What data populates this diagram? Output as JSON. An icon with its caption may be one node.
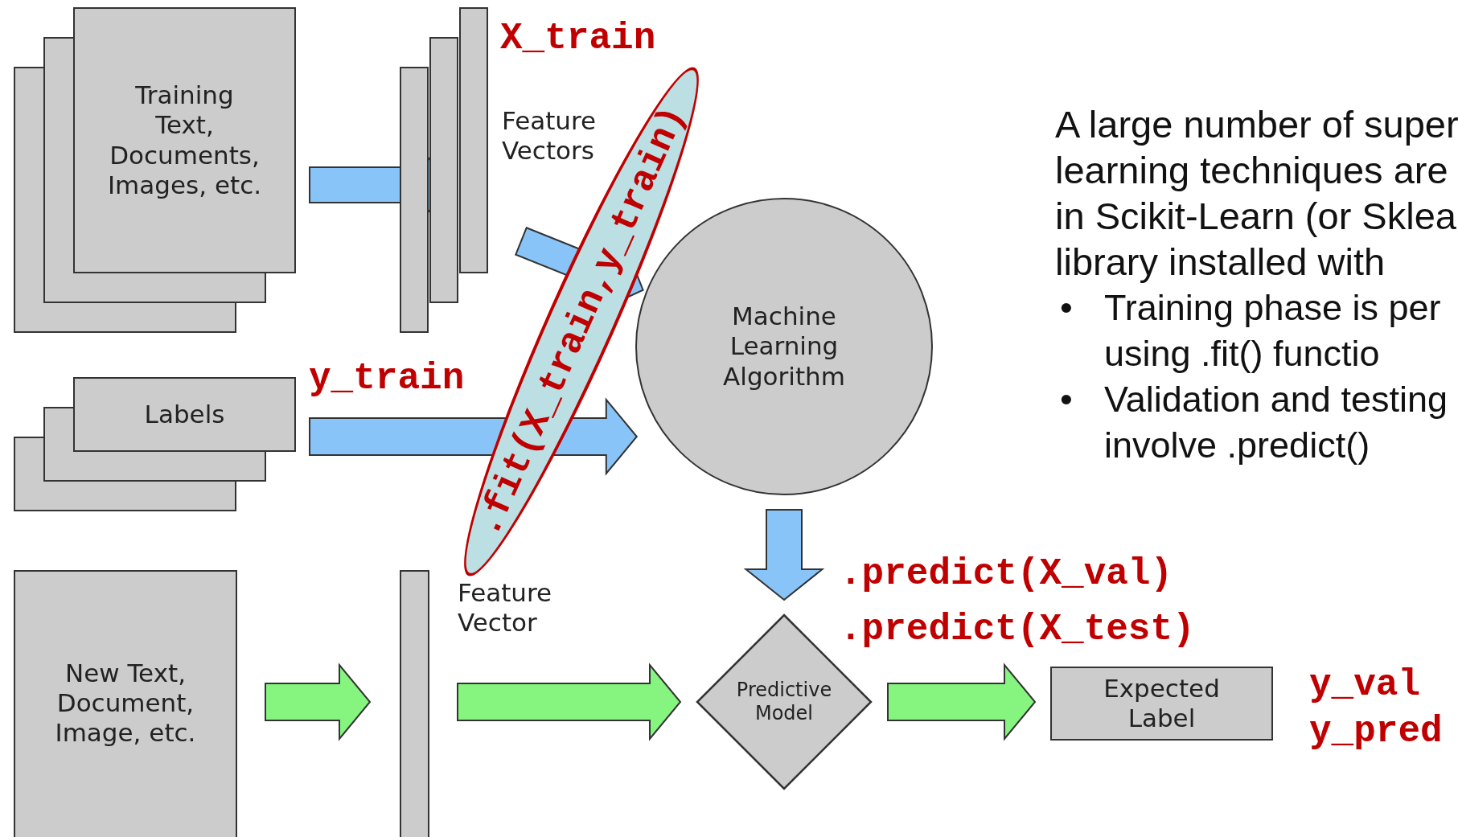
{
  "diagram": {
    "nodes": [
      {
        "text": [
          "Training Text, Documents, Images, etc."
        ]
      },
      {
        "text": [],
        "shape": "box",
        "beside": [
          "X_train",
          "Feature Vectors"
        ]
      },
      {
        "text": [
          ".fit(X_train,y_train)"
        ]
      },
      {
        "text": [
          "Labels"
        ]
      },
      {
        "text": [
          "Machine Learning Algorithm"
        ]
      },
      {
        "text": [
          "New Text, Document, Image, etc."
        ]
      },
      {
        "text": [],
        "shape": "bar"
      },
      {
        "text": [
          "Predictive Model"
        ]
      },
      {
        "text": [
          "Expected Label"
        ],
        "beside": [
          "y_val",
          "y_pred"
        ]
      }
    ],
    "edges": [
      {
        "from": 0,
        "to": 1,
        "arrow": "to"
      },
      {
        "from": 1,
        "to": 4,
        "arrow": "to"
      },
      {
        "from": 3,
        "to": 4,
        "arrow": "to",
        "label": "y_train"
      },
      {
        "from": 4,
        "to": 7,
        "arrow": "to"
      },
      {
        "from": 5,
        "to": 6,
        "arrow": "to",
        "color": "#86f580"
      },
      {
        "from": 6,
        "to": 7,
        "arrow": "to",
        "color": "#86f580"
      },
      {
        "from": 7,
        "to": 8,
        "arrow": "to",
        "color": "#86f580"
      }
    ],
    "labels": [
      "Feature Vector",
      ".predict(X_val)",
      ".predict(X_test)",
      "A large number of super learning techniques are in Scikit-Learn (or Sklea library installed with",
      "•",
      "Training phase is per using .fit() functio",
      "•",
      "Validation and testing involve .predict()"
    ]
  }
}
